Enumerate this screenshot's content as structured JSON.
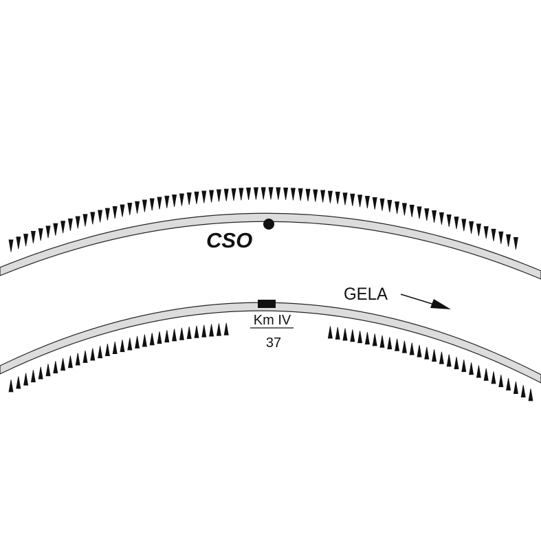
{
  "labels": {
    "station": "CSO",
    "direction": "GELA",
    "km_label": "Km IV",
    "km_value": "37"
  },
  "colors": {
    "road_fill": "#dcdcdc",
    "ink": "#111111"
  }
}
